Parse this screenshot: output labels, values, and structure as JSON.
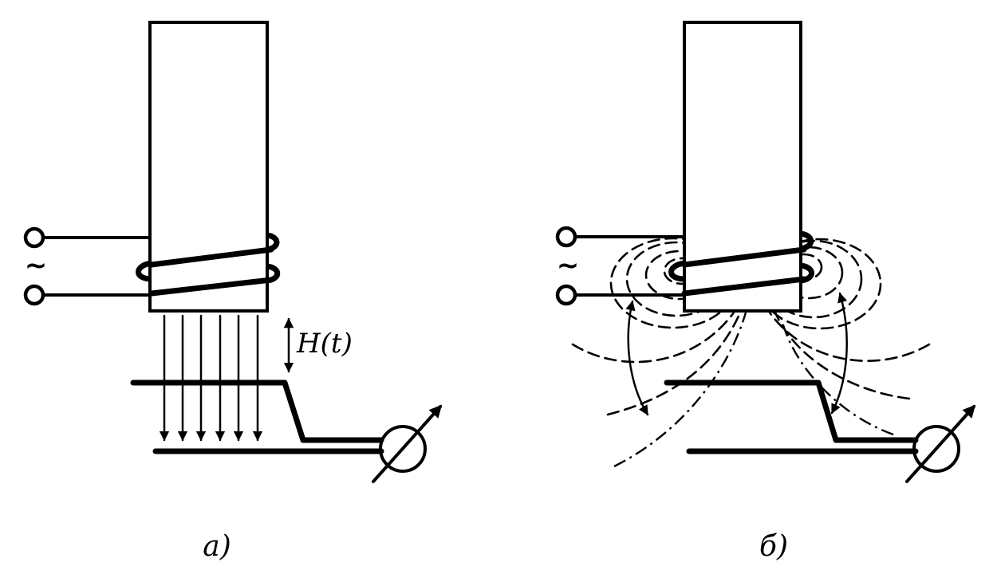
{
  "panels": [
    {
      "label": "а)",
      "supply_symbol": "~",
      "field_label": "H(t)"
    },
    {
      "label": "б)",
      "supply_symbol": "~"
    }
  ]
}
